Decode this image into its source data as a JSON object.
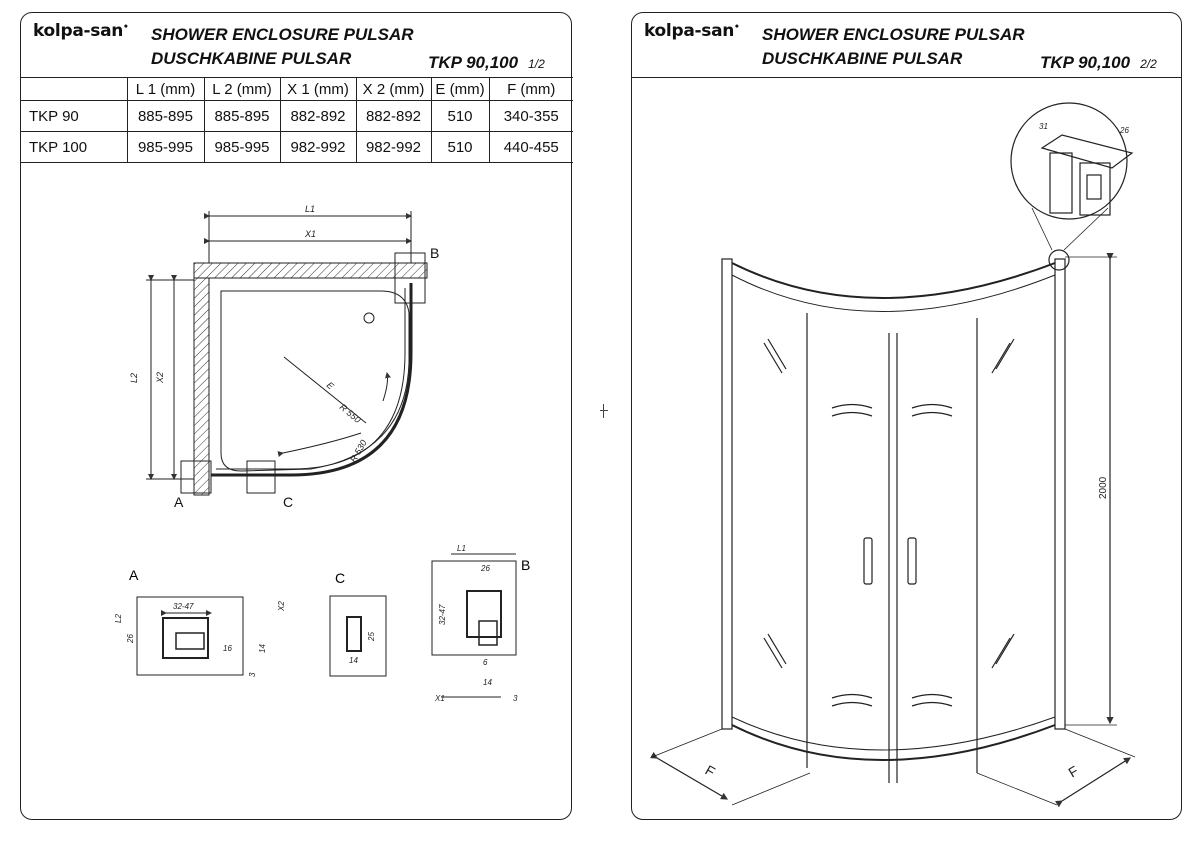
{
  "brand": {
    "logo_text": "kolpa-san"
  },
  "sheet1": {
    "title_en": "SHOWER ENCLOSURE PULSAR",
    "title_de": "DUSCHKABINE  PULSAR",
    "model": "TKP 90,100",
    "page": "1/2",
    "table": {
      "headers": [
        "",
        "L 1  (mm)",
        "L 2  (mm)",
        "X 1  (mm)",
        "X 2  (mm)",
        "E (mm)",
        "F (mm)"
      ],
      "rows": [
        [
          "TKP 90",
          "885-895",
          "885-895",
          "882-892",
          "882-892",
          "510",
          "340-355"
        ],
        [
          "TKP 100",
          "985-995",
          "985-995",
          "982-992",
          "982-992",
          "510",
          "440-455"
        ]
      ]
    },
    "plan": {
      "dim_l1": "L1",
      "dim_x1": "X1",
      "dim_l2": "L2",
      "dim_x2": "X2",
      "radius_label": "R 550",
      "radius_small": "R 530",
      "e_label": "E",
      "point_a": "A",
      "point_b": "B",
      "point_c": "C"
    },
    "detail_a": {
      "label": "A",
      "w": "32-47",
      "h": "26",
      "l2": "L2",
      "x2": "X2",
      "d1": "16",
      "d2": "14",
      "d3": "3"
    },
    "detail_c": {
      "label": "C",
      "h": "25",
      "w": "14"
    },
    "detail_b": {
      "label": "B",
      "l1": "L1",
      "x1": "X1",
      "w": "26",
      "h": "32-47",
      "d1": "6",
      "d2": "14",
      "d3": "3"
    }
  },
  "sheet2": {
    "title_en": "SHOWER ENCLOSURE PULSAR",
    "title_de": "DUSCHKABINE  PULSAR",
    "model": "TKP 90,100",
    "page": "2/2",
    "height_label": "2000",
    "f_label": "F",
    "detail_w1": "31",
    "detail_w2": "26"
  }
}
